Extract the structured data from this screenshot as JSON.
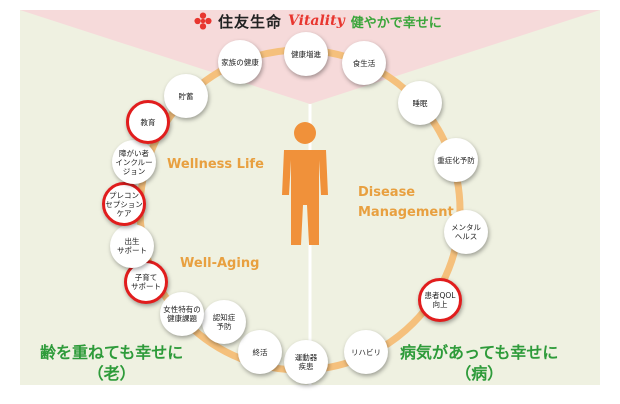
{
  "header": {
    "brand": "住友生命",
    "vitality": "Vitality",
    "tagline": "健やかで幸せに"
  },
  "labels": {
    "wellness": "Wellness Life",
    "well_aging": "Well-Aging",
    "disease_management": "Disease\nManagement"
  },
  "nodes": [
    {
      "name": "node-kenko-zoushin",
      "text": "健康増進",
      "highlighted": false
    },
    {
      "name": "node-shokuseikatsu",
      "text": "食生活",
      "highlighted": false
    },
    {
      "name": "node-suimin",
      "text": "睡眠",
      "highlighted": false
    },
    {
      "name": "node-juushouka-yobou",
      "text": "重症化予防",
      "highlighted": false
    },
    {
      "name": "node-mental-health",
      "text": "メンタル\nヘルス",
      "highlighted": false
    },
    {
      "name": "node-kanja-qol",
      "text": "患者QOL\n向上",
      "highlighted": true
    },
    {
      "name": "node-rehabili",
      "text": "リハビリ",
      "highlighted": false
    },
    {
      "name": "node-undouki-shikkan",
      "text": "運動器\n疾患",
      "highlighted": false
    },
    {
      "name": "node-shukatsu",
      "text": "終活",
      "highlighted": false
    },
    {
      "name": "node-ninchishou-yobou",
      "text": "認知症\n予防",
      "highlighted": false
    },
    {
      "name": "node-josei-tokuyuu",
      "text": "女性特有の\n健康課題",
      "highlighted": false
    },
    {
      "name": "node-kosodate-support",
      "text": "子育て\nサポート",
      "highlighted": true
    },
    {
      "name": "node-shussan-support",
      "text": "出生\nサポート",
      "highlighted": false
    },
    {
      "name": "node-preconception-care",
      "text": "プレコン\nセプション\nケア",
      "highlighted": true
    },
    {
      "name": "node-shougaisha-inclusion",
      "text": "障がい者\nインクルー\nジョン",
      "highlighted": false
    },
    {
      "name": "node-kyouiku",
      "text": "教育",
      "highlighted": true
    },
    {
      "name": "node-chochiku",
      "text": "貯蓄",
      "highlighted": false
    },
    {
      "name": "node-kazoku-kenko",
      "text": "家族の健康",
      "highlighted": false
    }
  ],
  "bottom": {
    "left": "齢を重ねても幸せに\n（老）",
    "right": "病気があっても幸せに\n（病）"
  },
  "colors": {
    "ring": "#f5c07c",
    "person": "#f0913a",
    "highlight": "#e11d1d",
    "green_text": "#2e9b3a",
    "orange_text": "#e8a040",
    "top_bg": "#f6dada",
    "side_bg": "#eff1e1"
  }
}
